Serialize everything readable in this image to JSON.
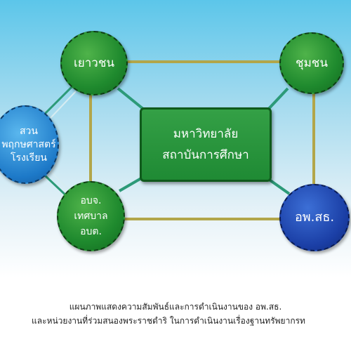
{
  "diagram": {
    "nodes": {
      "youth": {
        "label": "เยาวชน"
      },
      "community": {
        "label": "ชุมชน"
      },
      "school": {
        "line1": "สวนพฤกษศาสตร์",
        "line2": "โรงเรียน"
      },
      "local": {
        "line1": "อบจ.",
        "line2": "เทศบาล",
        "line3": "อบต."
      },
      "aphsot": {
        "label": "อพ.สธ."
      },
      "center": {
        "line1": "มหาวิทยาลัย",
        "line2": "สถาบันการศึกษา"
      }
    },
    "colors": {
      "node_green": "#1f8a2e",
      "node_blue_light": "#1d79c8",
      "node_blue_dark": "#1b3fa6",
      "connector_olive": "#b2a64a",
      "connector_teal": "#2c9a78",
      "sky_top": "#5cc6ea"
    }
  },
  "caption": {
    "line1": "แผนภาพแสดงความสัมพันธ์และการดำเนินงานของ อพ.สธ.",
    "line2": "และหน่วยงานที่ร่วมสนองพระราชดำริ ในการดำเนินงานเรื่องฐานทรัพยากรท"
  }
}
